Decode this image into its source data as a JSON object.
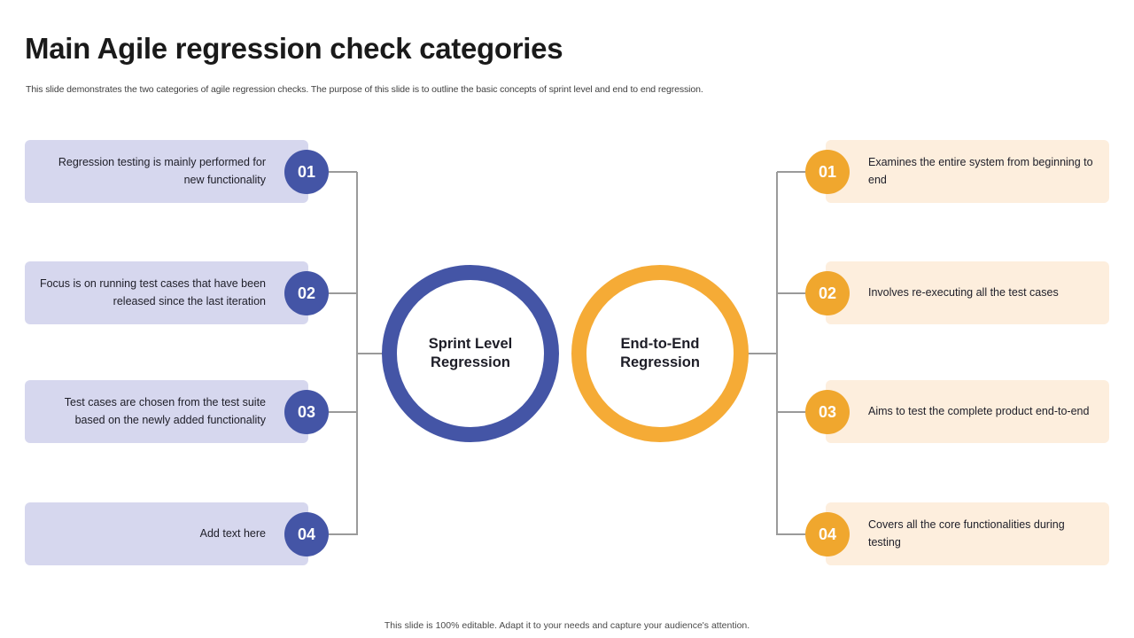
{
  "header": {
    "title": "Main Agile regression check categories",
    "subtitle": "This slide demonstrates the two categories of agile regression checks. The purpose of this slide is to outline the basic concepts of sprint level and end to end regression."
  },
  "center": {
    "left_circle": "Sprint Level\nRegression",
    "left_circle_line1": "Sprint Level",
    "left_circle_line2": "Regression",
    "right_circle_line1": "End-to-End",
    "right_circle_line2": "Regression",
    "left_color": "#4455a6",
    "right_color": "#f5ab36"
  },
  "left_items": [
    {
      "number": "01",
      "text": "Regression testing is mainly performed for new functionality"
    },
    {
      "number": "02",
      "text": "Focus is on running test cases that have been released since the last iteration"
    },
    {
      "number": "03",
      "text": "Test cases are chosen from the test suite based on the newly added functionality"
    },
    {
      "number": "04",
      "text": "Add text here"
    }
  ],
  "right_items": [
    {
      "number": "01",
      "text": "Examines the entire system from beginning to end"
    },
    {
      "number": "02",
      "text": "Involves re-executing all the test cases"
    },
    {
      "number": "03",
      "text": "Aims to test the complete product end-to-end"
    },
    {
      "number": "04",
      "text": "Covers all the core functionalities during testing"
    }
  ],
  "footer": {
    "note": "This slide is 100% editable. Adapt it to your needs and capture your audience's attention."
  },
  "colors": {
    "left_card_bg": "#d6d7ee",
    "right_card_bg": "#fdeedd",
    "left_badge": "#4455a6",
    "right_badge": "#f0a72e",
    "connector": "#9a9a9a"
  }
}
